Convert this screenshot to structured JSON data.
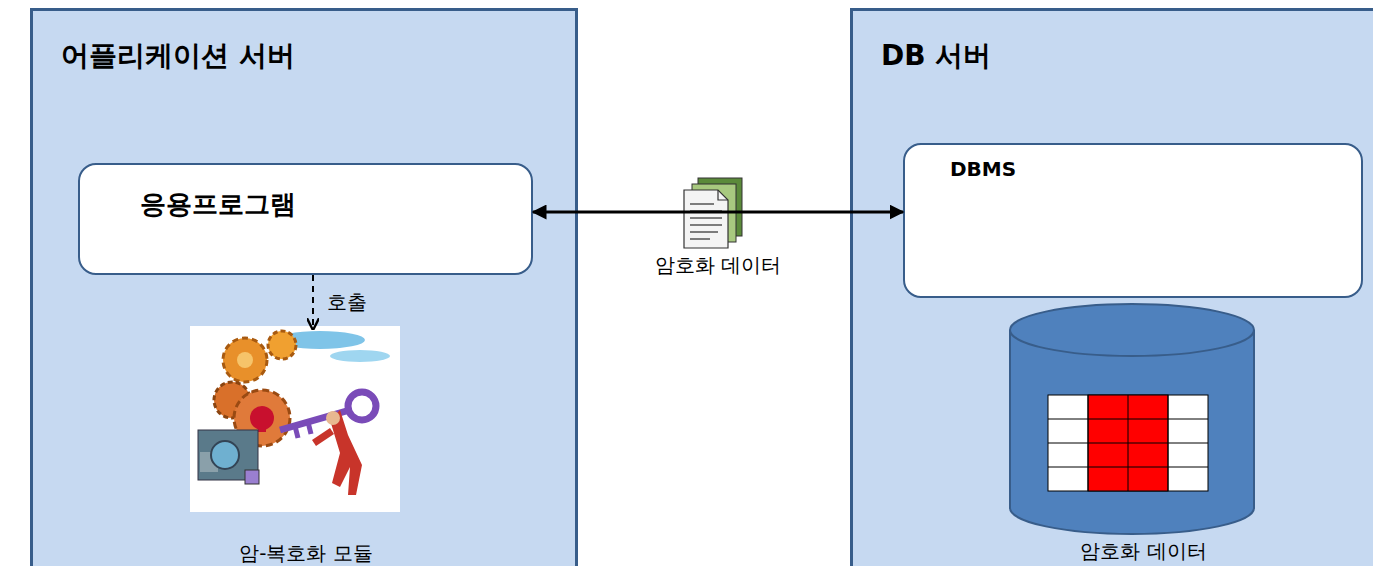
{
  "diagram": {
    "nodes": [
      {
        "text": [
          "어플리케이션 서버"
        ]
      },
      {
        "text": [
          "응용프로그램"
        ],
        "in": 0
      },
      {
        "text": [
          "암-복호화 모듈"
        ],
        "in": 0
      },
      {
        "text": [
          "DB 서버"
        ]
      },
      {
        "text": [
          "DBMS"
        ],
        "in": 3
      },
      {
        "text": [
          "암호화 데이터"
        ],
        "in": 3
      }
    ],
    "edges": [
      {
        "from": 1,
        "to": 2,
        "arrow": "to",
        "label": "호출"
      },
      {
        "from": 1,
        "to": 4,
        "arrow": "both",
        "label": "암호화 데이터"
      }
    ]
  }
}
